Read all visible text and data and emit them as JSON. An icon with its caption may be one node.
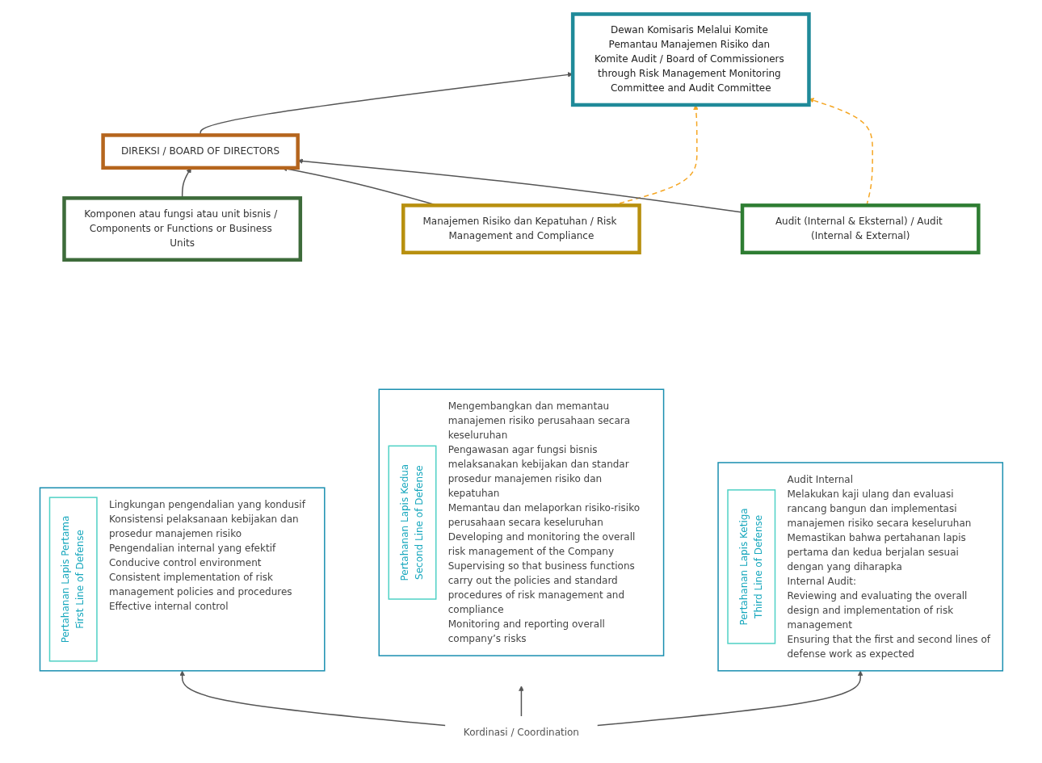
{
  "diagram": {
    "nodes": [
      {
        "text": [
          "Dewan Komisaris Melalui Komite Pemantau Manajemen Risiko dan Komite Audit / Board of Commissioners through Risk Management Monitoring Committee and Audit Committee"
        ]
      },
      {
        "text": [
          "DIREKSI / BOARD OF DIRECTORS"
        ]
      },
      {
        "text": [
          "Komponen atau fungsi atau unit bisnis / Components or Functions or Business Units"
        ]
      },
      {
        "text": [
          "Manajemen Risiko dan Kepatuhan / Risk Management and Compliance"
        ]
      },
      {
        "text": [
          "Audit (Internal & Eksternal) / Audit (Internal & External)"
        ]
      },
      {
        "text": [
          "Lingkungan pengendalian yang kondusif",
          "Konsistensi pelaksanaan kebijakan dan prosedur manajemen risiko",
          "Pengendalian internal yang efektif",
          "Conducive control environment",
          "Consistent implementation of risk management policies and procedures",
          "Effective internal control"
        ]
      },
      {
        "text": [
          "Pertahanan Lapis Pertama",
          "First Line of Defense"
        ],
        "in": 5
      },
      {
        "text": [
          "Mengembangkan dan memantau manajemen risiko perusahaan secara keseluruhan",
          "Pengawasan agar fungsi bisnis melaksanakan kebijakan dan standar prosedur manajemen risiko dan kepatuhan",
          "Memantau dan melaporkan risiko-risiko perusahaan secara keseluruhan",
          "Developing and monitoring the overall risk management of the Company",
          "Supervising so that business functions carry out the policies and standard procedures of risk management and compliance",
          "Monitoring and reporting overall company’s risks"
        ]
      },
      {
        "text": [
          "Pertahanan Lapis Kedua",
          "Second Line of Defense"
        ],
        "in": 7
      },
      {
        "text": [
          "Audit Internal",
          "Melakukan kaji ulang dan evaluasi rancang bangun dan implementasi manajemen risiko secara keseluruhan",
          "Memastikan bahwa pertahanan lapis pertama dan kedua berjalan sesuai dengan yang diharapka",
          "Internal Audit:",
          "Reviewing and evaluating the overall design and implementation of risk management",
          "Ensuring that the first and second lines of defense work as expected"
        ]
      },
      {
        "text": [
          "Pertahanan Lapis Ketiga",
          "Third Line of Defense"
        ],
        "in": 9
      },
      {
        "text": [
          "Kordinasi / Coordination"
        ]
      }
    ],
    "edges": [
      {
        "from": 1,
        "to": 0,
        "arrow": "to"
      },
      {
        "from": 2,
        "to": 1,
        "arrow": "to"
      },
      {
        "from": 3,
        "to": 1,
        "arrow": "to"
      },
      {
        "from": 3,
        "to": 0,
        "arrow": "to",
        "style": "dashed",
        "color": "#f5a623"
      },
      {
        "from": 4,
        "to": 1,
        "arrow": "to"
      },
      {
        "from": 4,
        "to": 0,
        "arrow": "to",
        "style": "dashed",
        "color": "#f5a623"
      },
      {
        "from": 11,
        "to": 5,
        "arrow": "to"
      },
      {
        "from": 11,
        "to": 7,
        "arrow": "to"
      },
      {
        "from": 11,
        "to": 9,
        "arrow": "to"
      }
    ]
  }
}
